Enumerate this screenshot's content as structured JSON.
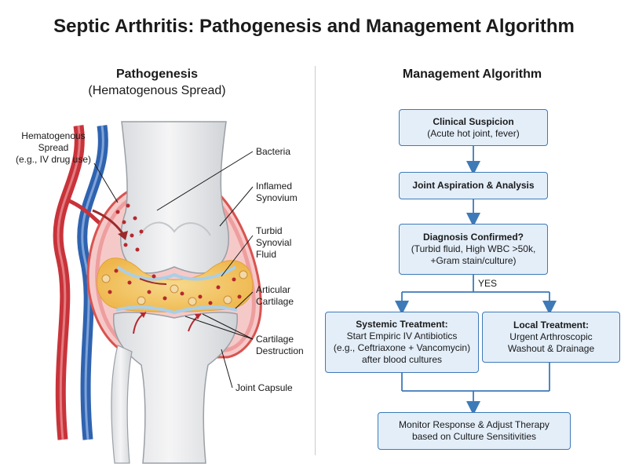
{
  "title": "Septic Arthritis: Pathogenesis and Management Algorithm",
  "pathogenesis": {
    "heading": "Pathogenesis",
    "subheading": "(Hematogenous Spread)",
    "labels": {
      "hematogenous_line1": "Hematogenous",
      "hematogenous_line2": "Spread",
      "hematogenous_line3": "(e.g., IV drug use)",
      "bacteria": "Bacteria",
      "inflamed_synovium_line1": "Inflamed",
      "inflamed_synovium_line2": "Synovium",
      "turbid_fluid_line1": "Turbid",
      "turbid_fluid_line2": "Synovial",
      "turbid_fluid_line3": "Fluid",
      "articular_cartilage_line1": "Articular",
      "articular_cartilage_line2": "Cartilage",
      "cartilage_destruction_line1": "Cartilage",
      "cartilage_destruction_line2": "Destruction",
      "joint_capsule": "Joint Capsule"
    }
  },
  "algorithm": {
    "heading": "Management Algorithm",
    "clinical_suspicion": {
      "title": "Clinical Suspicion",
      "detail": "(Acute hot joint, fever)"
    },
    "aspiration": {
      "title": "Joint Aspiration & Analysis"
    },
    "diagnosis": {
      "title": "Diagnosis Confirmed?",
      "detail_line1": "(Turbid fluid, High WBC >50k,",
      "detail_line2": "+Gram stain/culture)"
    },
    "yes_label": "YES",
    "systemic": {
      "title": "Systemic Treatment:",
      "line1": "Start Empiric IV Antibiotics",
      "line2": "(e.g., Ceftriaxone + Vancomycin)",
      "line3": "after blood cultures"
    },
    "local": {
      "title": "Local Treatment:",
      "line1": "Urgent Arthroscopic",
      "line2": "Washout & Drainage"
    },
    "monitor": {
      "line1": "Monitor Response & Adjust Therapy",
      "line2": "based on Culture Sensitivities"
    }
  },
  "colors": {
    "box_fill": "#e3eef9",
    "box_border": "#3e7ab8",
    "artery": "#c8333a",
    "vein": "#2f63b0",
    "fluid": "#f2c35a",
    "capsule": "#e88f8f"
  }
}
